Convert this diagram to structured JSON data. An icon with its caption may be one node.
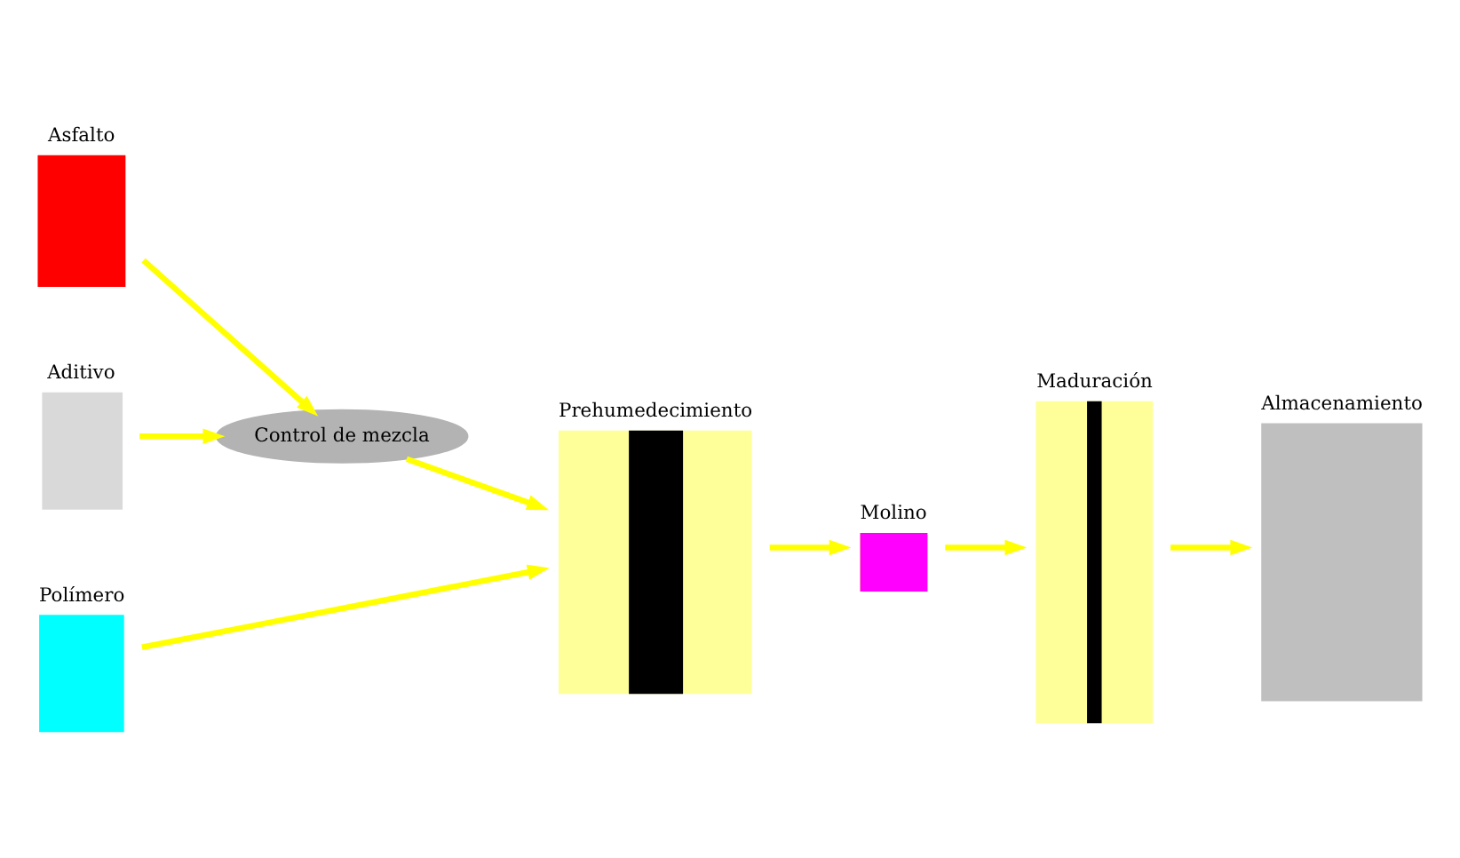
{
  "diagram": {
    "nodes": [
      {
        "text": [
          "Asfalto"
        ]
      },
      {
        "text": [
          "Aditivo"
        ]
      },
      {
        "text": [
          "Polímero"
        ]
      },
      {
        "text": [
          "Control de mezcla"
        ]
      },
      {
        "text": [
          "Prehumedecimiento"
        ]
      },
      {
        "text": [
          "Molino"
        ]
      },
      {
        "text": [
          "Maduración"
        ]
      },
      {
        "text": [
          "Almacenamiento"
        ]
      }
    ],
    "edges": [
      {
        "from": 0,
        "to": 3,
        "arrow": "to"
      },
      {
        "from": 1,
        "to": 3,
        "arrow": "to"
      },
      {
        "from": 3,
        "to": 4,
        "arrow": "to"
      },
      {
        "from": 2,
        "to": 4,
        "arrow": "to"
      },
      {
        "from": 4,
        "to": 5,
        "arrow": "to"
      },
      {
        "from": 5,
        "to": 6,
        "arrow": "to"
      },
      {
        "from": 6,
        "to": 7,
        "arrow": "to"
      }
    ]
  }
}
